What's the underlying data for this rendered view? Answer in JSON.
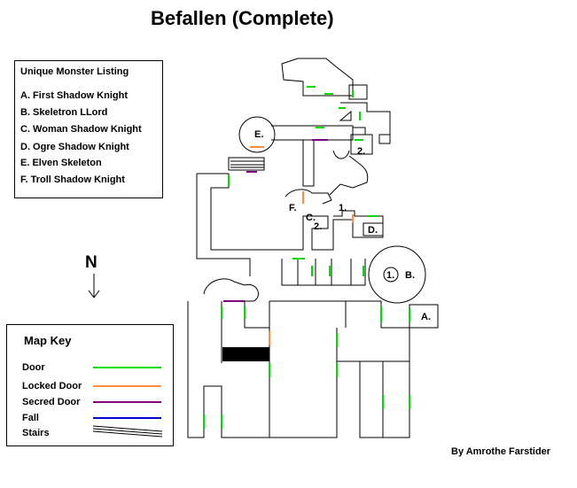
{
  "title": "Befallen (Complete)",
  "credit": "By Amrothe Farstider",
  "monster_listing": {
    "heading": "Unique Monster Listing",
    "entries": [
      "A. First Shadow Knight",
      "B. Skeletron LLord",
      "C. Woman Shadow Knight",
      "D. Ogre Shadow Knight",
      "E. Elven Skeleton",
      "F. Troll Shadow Knight"
    ]
  },
  "map_key": {
    "heading": "Map Key",
    "items": [
      {
        "label": "Door",
        "color": "#00dd00"
      },
      {
        "label": "Locked Door",
        "color": "#ff8c40"
      },
      {
        "label": "Secred Door",
        "color": "#800080"
      },
      {
        "label": "Fall",
        "color": "#0000cc"
      },
      {
        "label": "Stairs",
        "color": "#000000"
      }
    ]
  },
  "compass": {
    "label": "N"
  },
  "map_labels": {
    "a": "A.",
    "b": "B.",
    "b_num": "1.",
    "c": "C.",
    "c_num": "2.",
    "d": "D.",
    "e": "E.",
    "f": "F.",
    "f_num": "1.",
    "top_num": "2."
  },
  "colors": {
    "door": "#00dd00",
    "locked": "#ff8c40",
    "secret": "#800080",
    "fall": "#0000cc",
    "wall": "#000000"
  }
}
